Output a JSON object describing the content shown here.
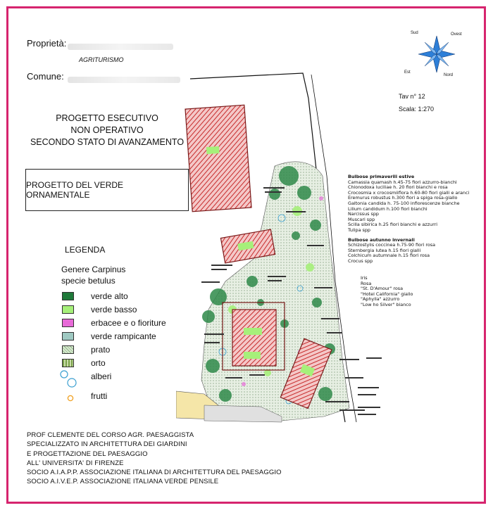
{
  "header": {
    "proprieta_label": "Proprietà:",
    "proprieta_value": "AGRITURISMO",
    "comune_label": "Comune:"
  },
  "project": {
    "line1": "PROGETTO ESECUTIVO",
    "line2": "NON OPERATIVO",
    "line3": "SECONDO STATO DI AVANZAMENTO",
    "box_title": "PROGETTO DEL VERDE ORNAMENTALE"
  },
  "sheet": {
    "tav": "Tav n° 12",
    "scala": "Scala:  1:270"
  },
  "compass": {
    "nw": "Sud",
    "ne": "Ovest",
    "sw": "Est",
    "se": "Nord"
  },
  "legend": {
    "title": "LEGENDA",
    "genus": "Genere Carpinus",
    "species": "specie betulus",
    "items": [
      {
        "label": "verde alto",
        "color": "#1f7a3a"
      },
      {
        "label": "verde basso",
        "color": "#a6f07a"
      },
      {
        "label": "erbacee e o fioriture",
        "color": "#e86ad8"
      },
      {
        "label": "verde rampicante",
        "color": "#9fc9c2"
      },
      {
        "label": "prato",
        "color": "#d9ead0"
      },
      {
        "label": "orto",
        "color": "#7aa14a"
      },
      {
        "label": "alberi",
        "color": "#3b9fd0"
      },
      {
        "label": "frutti",
        "color": "#f0a020"
      }
    ]
  },
  "notes": {
    "spring_title": "Bulbose primaverili estive",
    "spring": [
      "Camassia quamash h.45-75 fiori azzurro-bianchi",
      "Chionodoxa luciliae h. 20 fiori bianchi e rosa",
      "Crocosmia x crocosmiiflora h.60-80 fiori gialli e aranci",
      "Eremurus robustus h.300 fiori a spiga rosa-giallo",
      "Galtonia candida h. 75-100 infiorescenze bianche",
      "Lilium candidum h.100 fiori bianchi",
      "Narcissus spp",
      "Muscari spp",
      "Scilla sibirica h.25 fiori bianchi e azzurri",
      "Tulipa spp"
    ],
    "autumn_title": "Bulbose autunno invernali",
    "autumn": [
      "Schizostylis coccinea h.75-90 fiori rosa",
      "Sternbergia lutea h.15 fiori gialli",
      "Colchicum autumnale h.15 fiori rosa",
      "Crocus spp"
    ],
    "roses": [
      "Iris",
      "Rosa",
      "\"St. D'Amour\" rosa",
      "\"Hotel California\" giallo",
      "\"Aphylla\" azzurro",
      "\"Low ho Silver\" bianco"
    ]
  },
  "credits": [
    "PROF CLEMENTE DEL CORSO AGR. PAESAGGISTA",
    "SPECIALIZZATO IN ARCHITETTURA DEI GIARDINI",
    "E PROGETTAZIONE DEL PAESAGGIO",
    "ALL' UNIVERSITA' DI FIRENZE",
    "SOCIO A.I.A.P.P. ASSOCIAZIONE ITALIANA DI ARCHITETTURA DEL PAESAGGIO",
    "SOCIO A.I.V.E.P. ASSOCIAZIONE ITALIANA VERDE PENSILE"
  ],
  "colors": {
    "frame": "#d6246e",
    "hatch_red": "#c62a2a",
    "plan_green": "#2f8a4a"
  }
}
